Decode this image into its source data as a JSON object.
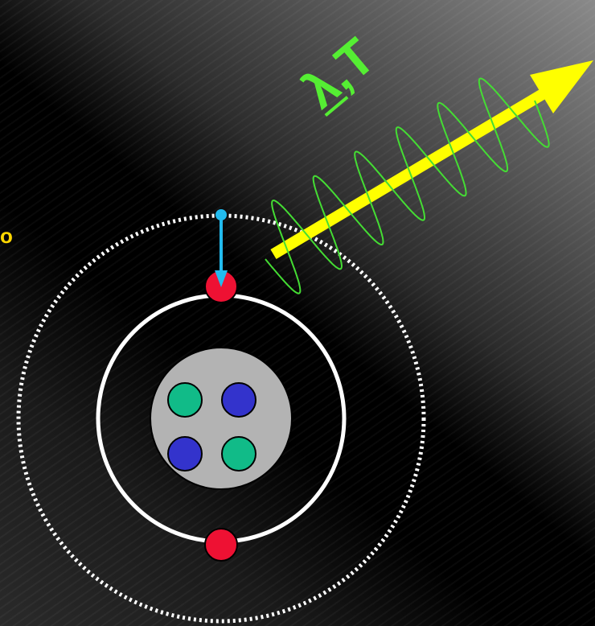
{
  "labels": {
    "side_text": "o",
    "lambda": "λ",
    "comma": ",",
    "period": "T"
  },
  "colors": {
    "label_green": "#55ee33",
    "side_text": "#ffd700",
    "photon_arrow": "#ffff00",
    "wave": "#44dd33",
    "electron": "#ee1133",
    "transition_arrow": "#22bbee",
    "nucleus": "#b3b3b3",
    "proton": "#3333cc",
    "neutron": "#11bb88",
    "orbit": "#ffffff"
  },
  "icons": {
    "photon": "photon-arrow-icon",
    "transition": "downward-transition-arrow-icon"
  }
}
